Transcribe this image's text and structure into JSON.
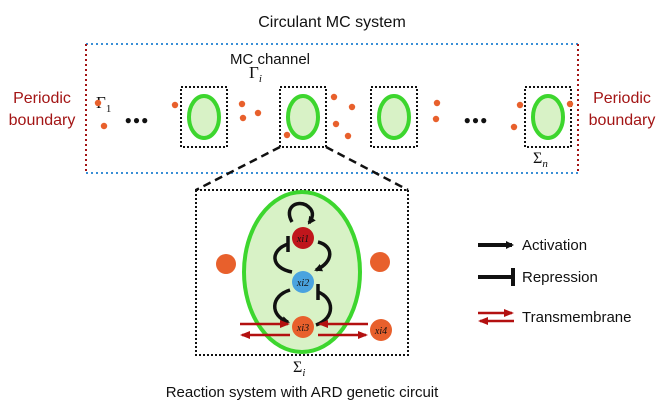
{
  "title": "Circulant MC system",
  "channel_label": "MC channel",
  "left_boundary": {
    "line1": "Periodic",
    "line2": "boundary"
  },
  "right_boundary": {
    "line1": "Periodic",
    "line2": "boundary"
  },
  "gamma_1": {
    "base": "Γ",
    "sub": "1"
  },
  "gamma_i": {
    "base": "Γ",
    "sub": "i"
  },
  "sigma_n": {
    "base": "Σ",
    "sub": "n"
  },
  "sigma_i": {
    "base": "Σ",
    "sub": "i"
  },
  "ellipsis": "●●●",
  "species": {
    "x_i1": "xi1",
    "x_i2": "xi2",
    "x_i3": "xi3",
    "x_i4": "xi4"
  },
  "caption": "Reaction system with ARD genetic circuit",
  "legend": {
    "activation": "Activation",
    "repression": "Repression",
    "transmembrane": "Transmembrane"
  },
  "colors": {
    "cell_fill": "#d8f2c6",
    "cell_stroke": "#3dd62e",
    "molecule": "#e8602c",
    "x_i1": "#c0161c",
    "x_i2": "#4aa3df",
    "x_i3": "#e8602c",
    "outer_border": "#3a8fd6",
    "boundary": "#a31515",
    "transmembrane_arrow": "#b31010"
  }
}
